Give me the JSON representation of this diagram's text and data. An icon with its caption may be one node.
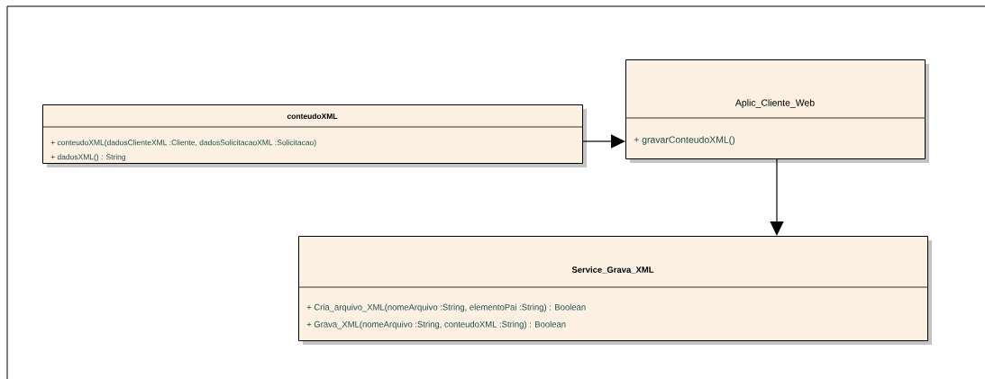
{
  "diagram": {
    "nodes": [
      {
        "text": [
          "conteudoXML",
          "+ conteudoXML(dadosClienteXML :Cliente, dadosSolicitacaoXML :Solicitacao)",
          "+ dadosXML() : String"
        ]
      },
      {
        "text": [
          "Aplic_Cliente_Web",
          "+ gravarConteudoXML()"
        ]
      },
      {
        "text": [
          "Service_Grava_XML",
          "+ Cria_arquivo_XML(nomeArquivo :String, elementoPai :String) : Boolean",
          "+ Grava_XML(nomeArquivo :String, conteudoXML :String) : Boolean"
        ]
      }
    ],
    "edges": [
      {
        "from": 0,
        "to": 1,
        "arrow": "to"
      },
      {
        "from": 1,
        "to": 2,
        "arrow": "to"
      }
    ]
  }
}
